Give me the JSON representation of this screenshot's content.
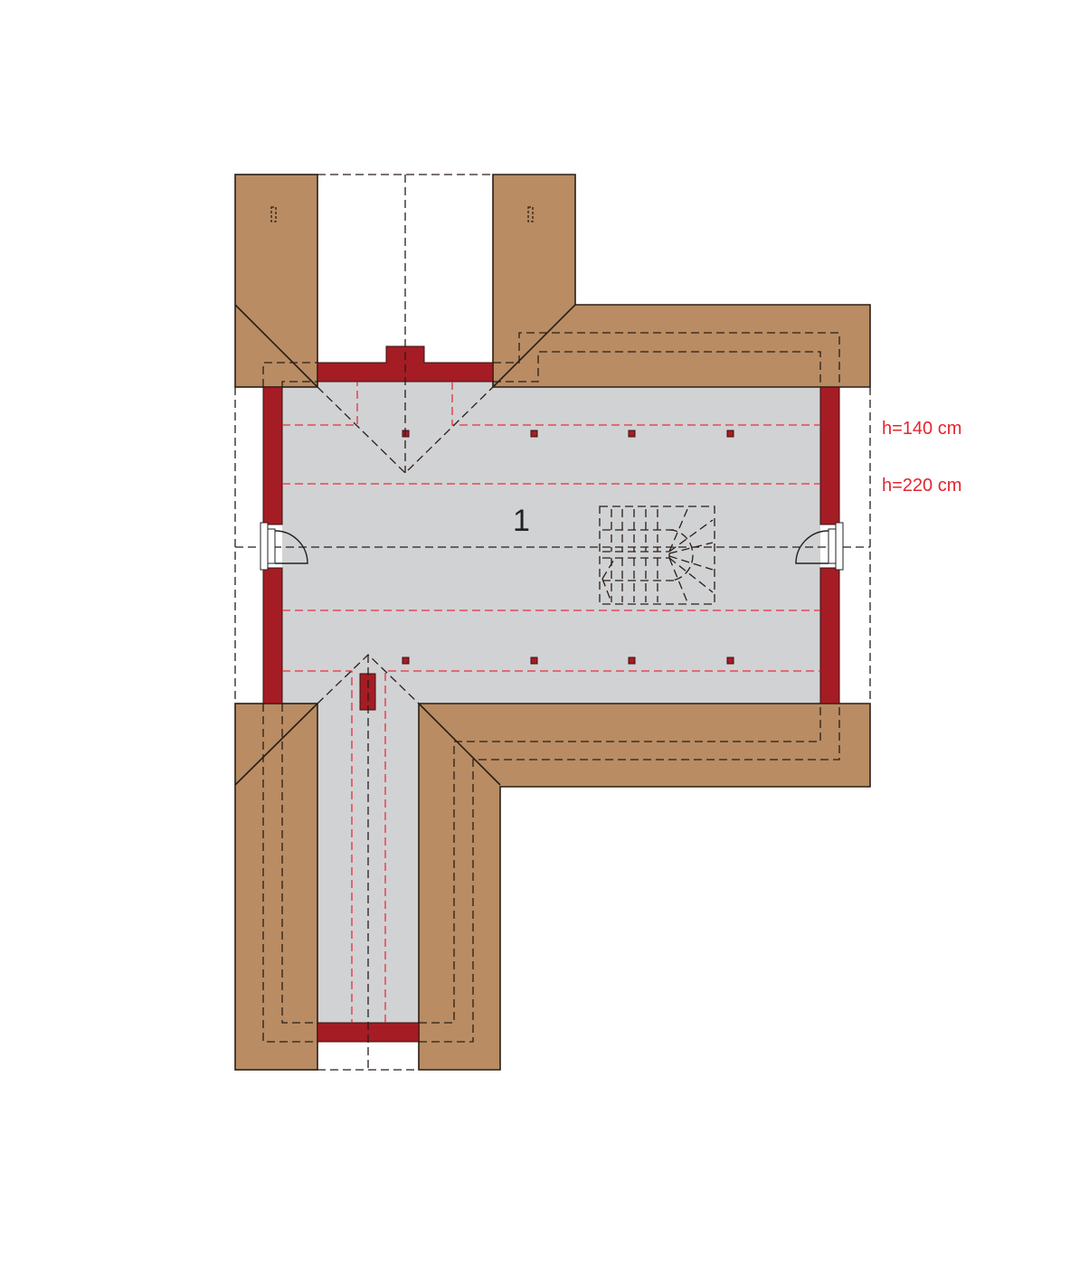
{
  "plan": {
    "room_number": "1",
    "height_labels": [
      "h=140 cm",
      "h=220 cm"
    ],
    "colors": {
      "roof": "#b98c63",
      "floor": "#d1d2d4",
      "wall": "#a51c24",
      "height_line": "#e5303a"
    }
  }
}
